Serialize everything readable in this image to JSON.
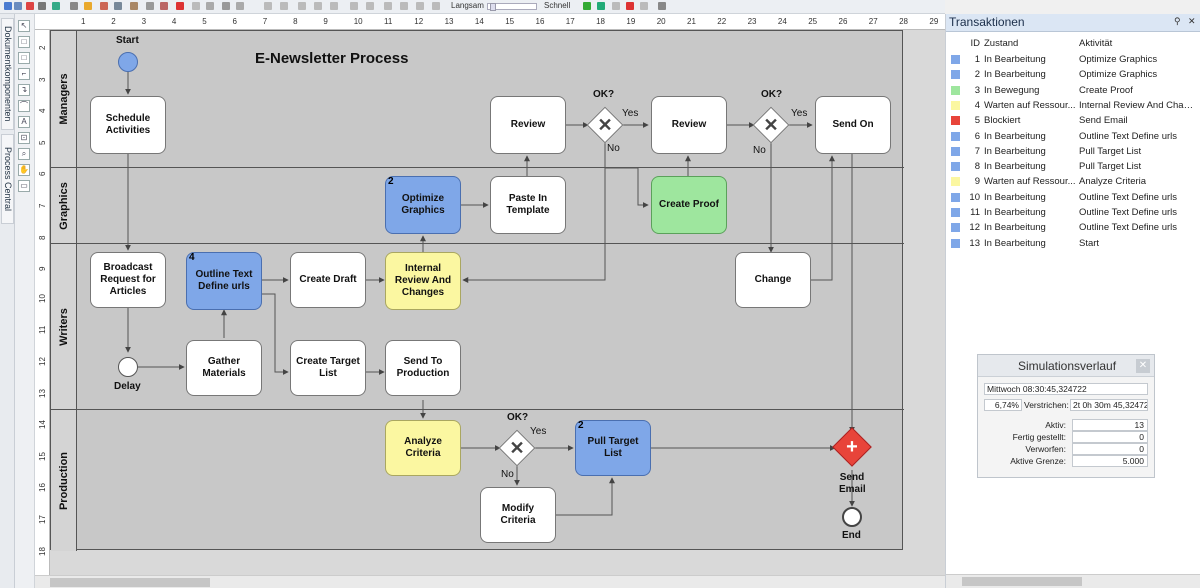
{
  "toolbar": {
    "slow_label": "Langsam",
    "fast_label": "Schnell"
  },
  "left_tabs": [
    "Dokumentkomponenten",
    "Process Central"
  ],
  "ruler": {
    "h": [
      "1",
      "2",
      "3",
      "4",
      "5",
      "6",
      "7",
      "8",
      "9",
      "10",
      "11",
      "12",
      "13",
      "14",
      "15",
      "16",
      "17",
      "18",
      "19",
      "20",
      "21",
      "22",
      "23",
      "24",
      "25",
      "26",
      "27",
      "28",
      "29"
    ],
    "v": [
      "2",
      "3",
      "4",
      "5",
      "6",
      "7",
      "8",
      "9",
      "10",
      "11",
      "12",
      "13",
      "14",
      "15",
      "16",
      "17",
      "18"
    ]
  },
  "diagram": {
    "title": "E-Newsletter Process",
    "lanes": [
      "Managers",
      "Graphics",
      "Writers",
      "Production"
    ],
    "tasks": {
      "schedule": "Schedule Activities",
      "review1": "Review",
      "review2": "Review",
      "send_on": "Send On",
      "optimize": "Optimize Graphics",
      "paste": "Paste In Template",
      "proof": "Create Proof",
      "broadcast": "Broadcast Request for Articles",
      "outline": "Outline Text Define urls",
      "draft": "Create Draft",
      "internal": "Internal Review And Changes",
      "change": "Change",
      "gather": "Gather Materials",
      "target": "Create Target List",
      "send_prod": "Send To Production",
      "analyze": "Analyze Criteria",
      "pull": "Pull Target List",
      "modify": "Modify Criteria"
    },
    "badges": {
      "optimize": "2",
      "outline": "4",
      "pull": "2"
    },
    "events": {
      "start": "Start",
      "delay": "Delay",
      "send_email": "Send Email",
      "end": "End"
    },
    "gateways": {
      "ok1": "OK?",
      "ok2": "OK?",
      "ok3": "OK?",
      "yes": "Yes",
      "no": "No"
    }
  },
  "transactions": {
    "title": "Transaktionen",
    "columns": {
      "id": "ID",
      "state": "Zustand",
      "activity": "Aktivität"
    },
    "rows": [
      {
        "id": "1",
        "state": "In Bearbeitung",
        "activity": "Optimize Graphics",
        "color": "#7fa7e8"
      },
      {
        "id": "2",
        "state": "In Bearbeitung",
        "activity": "Optimize Graphics",
        "color": "#7fa7e8"
      },
      {
        "id": "3",
        "state": "In Bewegung",
        "activity": "Create Proof",
        "color": "#9ee69e"
      },
      {
        "id": "4",
        "state": "Warten auf Ressour...",
        "activity": "Internal Review And Chang...",
        "color": "#fbf7a1"
      },
      {
        "id": "5",
        "state": "Blockiert",
        "activity": "Send Email",
        "color": "#e8443a"
      },
      {
        "id": "6",
        "state": "In Bearbeitung",
        "activity": "Outline Text Define urls",
        "color": "#7fa7e8"
      },
      {
        "id": "7",
        "state": "In Bearbeitung",
        "activity": "Pull Target List",
        "color": "#7fa7e8"
      },
      {
        "id": "8",
        "state": "In Bearbeitung",
        "activity": "Pull Target List",
        "color": "#7fa7e8"
      },
      {
        "id": "9",
        "state": "Warten auf Ressour...",
        "activity": "Analyze Criteria",
        "color": "#fbf7a1"
      },
      {
        "id": "10",
        "state": "In Bearbeitung",
        "activity": "Outline Text Define urls",
        "color": "#7fa7e8"
      },
      {
        "id": "11",
        "state": "In Bearbeitung",
        "activity": "Outline Text Define urls",
        "color": "#7fa7e8"
      },
      {
        "id": "12",
        "state": "In Bearbeitung",
        "activity": "Outline Text Define urls",
        "color": "#7fa7e8"
      },
      {
        "id": "13",
        "state": "In Bearbeitung",
        "activity": "Start",
        "color": "#7fa7e8"
      }
    ]
  },
  "simulation": {
    "title": "Simulationsverlauf",
    "datetime": "Mittwoch 08:30:45,324722",
    "percent": "6,74%",
    "elapsed_label": "Verstrichen:",
    "elapsed_value": "2t 0h 30m 45,32472",
    "active_label": "Aktiv:",
    "active_value": "13",
    "done_label": "Fertig gestellt:",
    "done_value": "0",
    "discarded_label": "Verworfen:",
    "discarded_value": "0",
    "limit_label": "Aktive Grenze:",
    "limit_value": "5.000"
  }
}
